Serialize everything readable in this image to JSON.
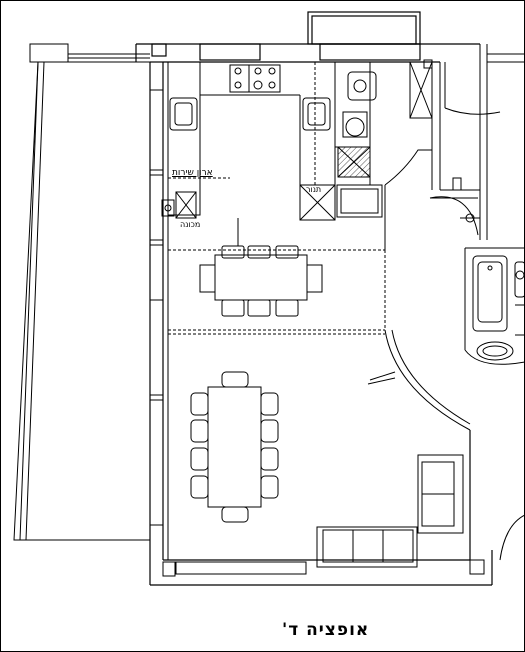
{
  "plan": {
    "caption": "אופציה ד'",
    "labels": {
      "wardrobe": "ארון שירות",
      "boiler": "מכונה",
      "oven": "תנור"
    },
    "line_color": "#000000",
    "hatch_color": "#555555",
    "background": "#ffffff"
  }
}
